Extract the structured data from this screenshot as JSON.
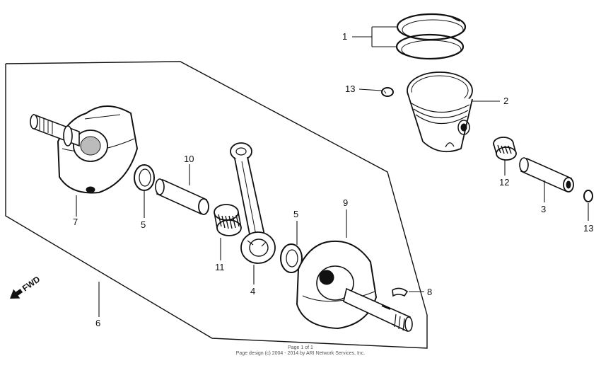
{
  "diagram": {
    "callouts": [
      {
        "id": "1",
        "label": "1"
      },
      {
        "id": "2",
        "label": "2"
      },
      {
        "id": "3",
        "label": "3"
      },
      {
        "id": "4",
        "label": "4"
      },
      {
        "id": "5a",
        "label": "5"
      },
      {
        "id": "5b",
        "label": "5"
      },
      {
        "id": "6",
        "label": "6"
      },
      {
        "id": "7",
        "label": "7"
      },
      {
        "id": "8",
        "label": "8"
      },
      {
        "id": "9",
        "label": "9"
      },
      {
        "id": "10",
        "label": "10"
      },
      {
        "id": "11",
        "label": "11"
      },
      {
        "id": "12",
        "label": "12"
      },
      {
        "id": "13a",
        "label": "13"
      },
      {
        "id": "13b",
        "label": "13"
      }
    ],
    "fwd_label": "FWD",
    "footer_line1": "Page 1 of 1",
    "footer_line2": "Page design (c) 2004 - 2014 by ARI Network Services, Inc."
  }
}
